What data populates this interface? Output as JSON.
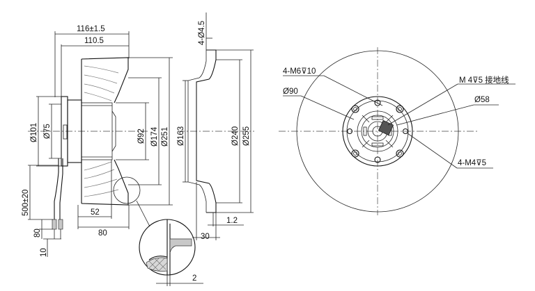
{
  "side_view": {
    "dims": {
      "overall_depth": "116±1.5",
      "body_depth": "110.5",
      "d101": "Ø101",
      "d75": "Ø75",
      "d92": "Ø92",
      "d174": "Ø174",
      "d251": "Ø251",
      "lead_length": "500±20",
      "lead_80": "80",
      "lead_10": "10",
      "w52": "52",
      "w80": "80"
    }
  },
  "detail_view": {
    "dims": {
      "gap": "2"
    }
  },
  "ring_view": {
    "dims": {
      "holes": "4-Ø4.5",
      "d163": "Ø163",
      "d240": "Ø240",
      "d255": "Ø255",
      "t30": "30",
      "t12": "1.2"
    }
  },
  "front_view": {
    "labels": {
      "m6": "4-M6⊽10",
      "m4_ground": "M 4⊽5  接地线",
      "d90": "Ø90",
      "d58": "Ø58",
      "m4": "4-M4⊽5"
    }
  }
}
